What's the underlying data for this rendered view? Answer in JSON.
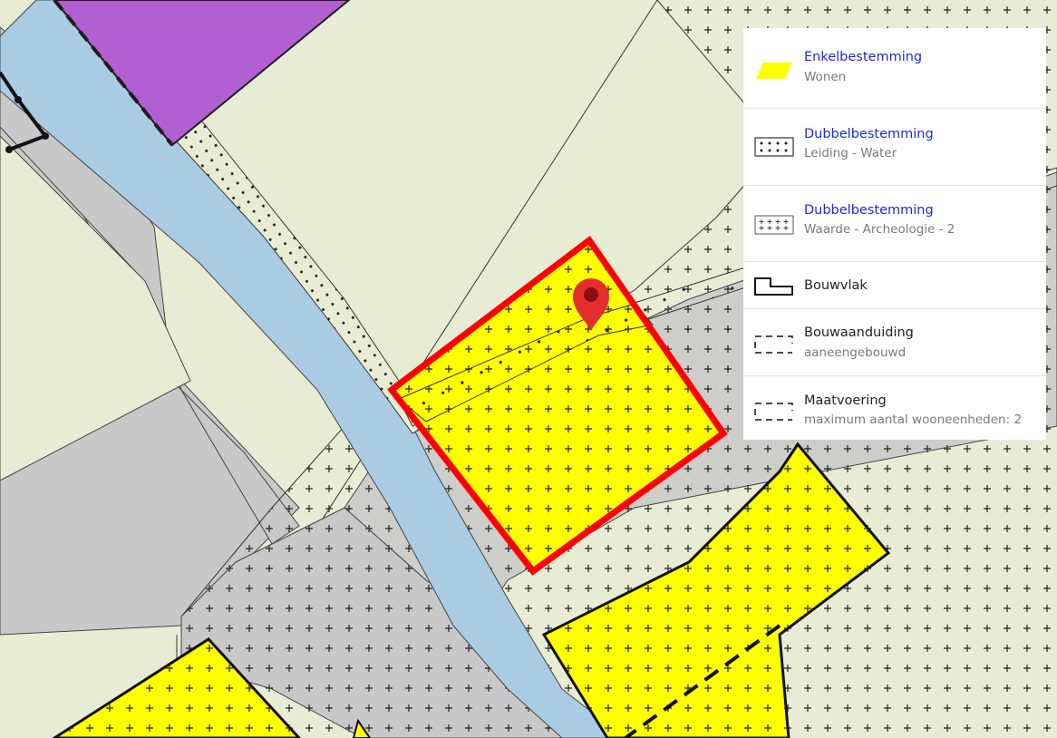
{
  "map": {
    "colors": {
      "background": "#e9ecd4",
      "enkelbestemming_wonen": "#ffff00",
      "water": "#a9cce3",
      "verkeer": "#c8c8c8",
      "maatschappelijk": "#b15fd1",
      "border": "#1e1e1e",
      "selection": "#ff0000",
      "marker": "#e42e2e"
    },
    "marker_icon": "map-pin-icon"
  },
  "legend": {
    "title_color": "#1e2ad6",
    "items": [
      {
        "title": "Enkelbestemming",
        "subtitle": "Wonen",
        "icon": "yellow-parallelogram-icon"
      },
      {
        "title": "Dubbelbestemming",
        "subtitle": "Leiding - Water",
        "icon": "dotted-box-icon"
      },
      {
        "title": "Dubbelbestemming",
        "subtitle": "Waarde - Archeologie - 2",
        "icon": "crosses-box-icon"
      },
      {
        "title": "Bouwvlak",
        "subtitle": "",
        "icon": "building-plane-outline-icon"
      },
      {
        "title": "Bouwaanduiding",
        "subtitle": "aaneengebouwd",
        "icon": "dashed-bracket-icon"
      },
      {
        "title": "Maatvoering",
        "subtitle": "maximum aantal wooneenheden: 2",
        "icon": "dashed-bracket-icon"
      }
    ]
  }
}
